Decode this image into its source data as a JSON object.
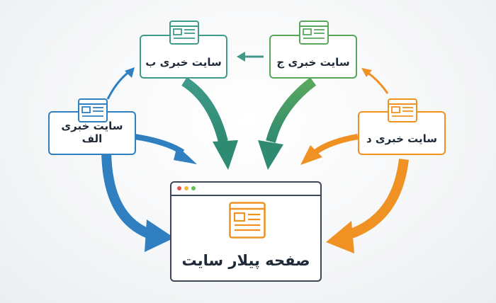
{
  "nodes": {
    "alef": {
      "label": "سایت خبری الف",
      "color": "#2f7fc1"
    },
    "be": {
      "label": "سایت خبری ب",
      "color": "#3f9a8a"
    },
    "che": {
      "label": "سایت خبری ج",
      "color": "#58a85c"
    },
    "dal": {
      "label": "سایت خبری د",
      "color": "#ef9223"
    }
  },
  "pillar": {
    "label": "صفحه پیلار سایت",
    "border_color": "#3d4654",
    "icon_color": "#ef9223",
    "window_dots": [
      "#e8534a",
      "#f1b93c",
      "#5fbf55"
    ]
  },
  "arrow_colors": {
    "alef": "#2f7fc1",
    "be": "#3f9a8a",
    "che": "#58a85c",
    "dal": "#ef9223"
  }
}
